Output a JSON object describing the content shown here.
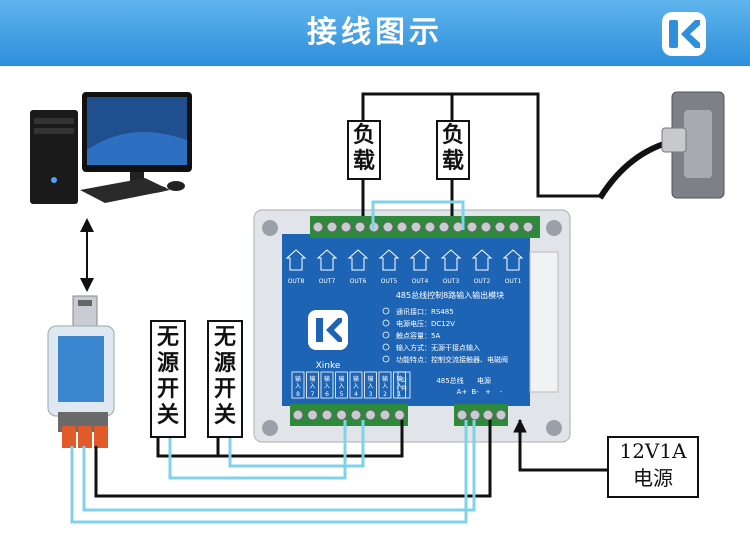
{
  "banner": {
    "title": "接线图示"
  },
  "labels": {
    "load_1": "负载",
    "load_2": "负载",
    "switch_1": "无源开关",
    "switch_2": "无源开关"
  },
  "power_supply": {
    "line1": "12V1A",
    "line2": "电源"
  },
  "module": {
    "title": "485总线控制8路输入输出模块",
    "brand": "Xinke",
    "specs": [
      "通讯接口：RS485",
      "电源电压：DC12V",
      "触点容量：5A",
      "输入方式：无源干接点输入",
      "功能特点：控制交流接触器、电磁阀"
    ],
    "outputs": [
      "OUT8",
      "OUT7",
      "OUT6",
      "OUT5",
      "OUT4",
      "OUT3",
      "OUT2",
      "OUT1"
    ],
    "inputs": [
      "8",
      "7",
      "6",
      "5",
      "4",
      "3",
      "2",
      "1"
    ],
    "input_char": "输入",
    "gnd": "公共",
    "bus_label": "485总线",
    "power_label": "电源",
    "terminals": [
      "A+",
      "B-",
      "+",
      "-"
    ]
  },
  "colors": {
    "banner": "#3d9de6",
    "module": "#1e64b4",
    "wire_cyan": "#7fd3e8",
    "wire_black": "#111111",
    "terminal_green": "#2c8a3a"
  }
}
